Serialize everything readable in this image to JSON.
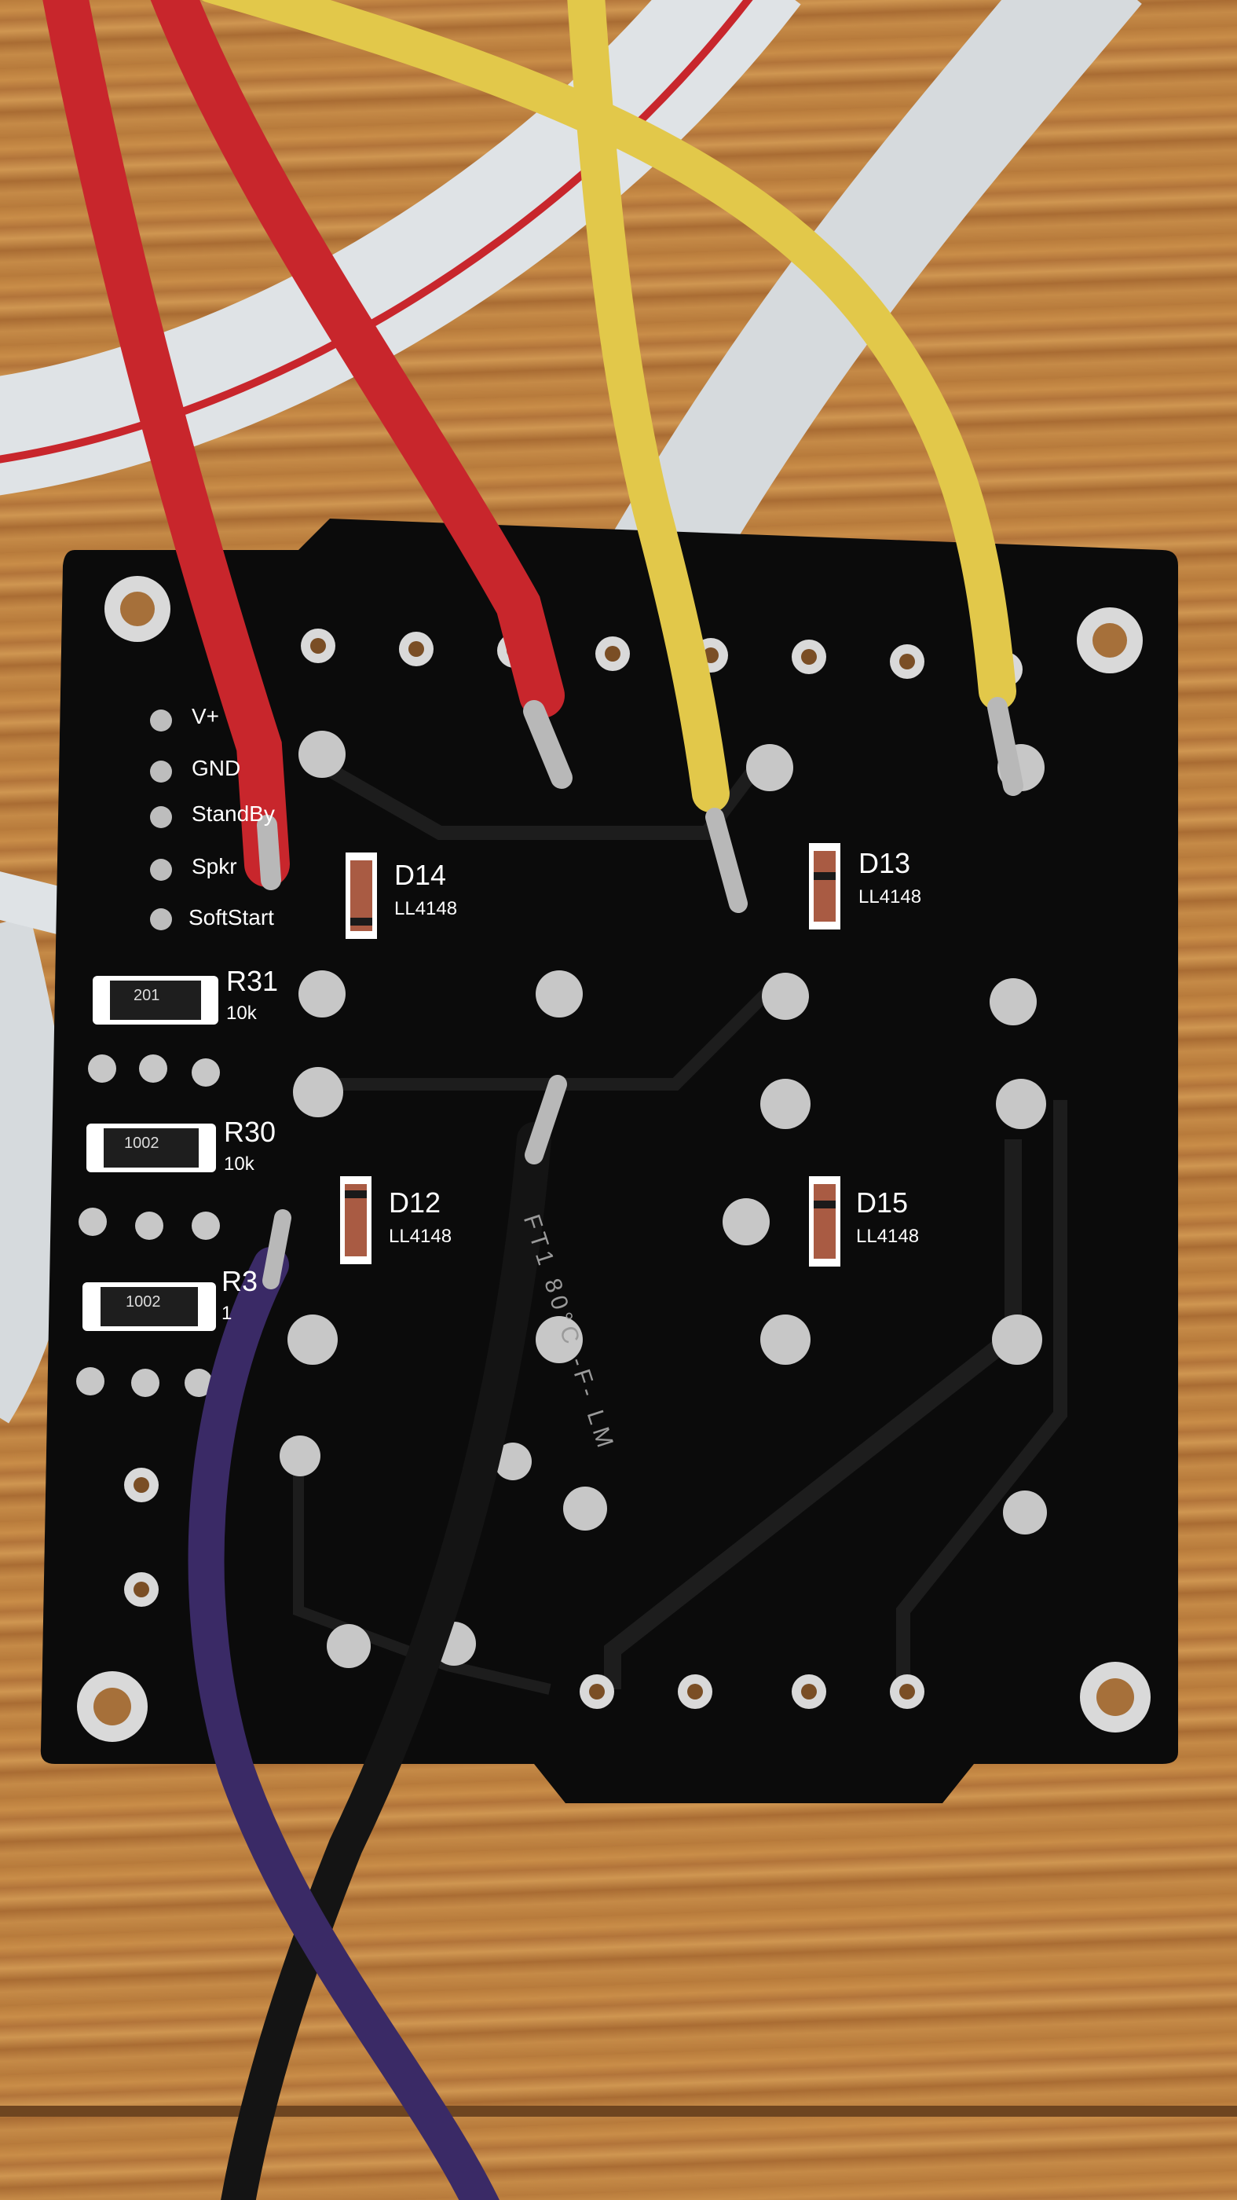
{
  "silkscreen": {
    "pins": [
      "V+",
      "GND",
      "StandBy",
      "Spkr",
      "SoftStart"
    ],
    "diodes": {
      "d14": {
        "ref": "D14",
        "value": "LL4148"
      },
      "d13": {
        "ref": "D13",
        "value": "LL4148"
      },
      "d12": {
        "ref": "D12",
        "value": "LL4148"
      },
      "d15": {
        "ref": "D15",
        "value": "LL4148"
      }
    },
    "resistors": {
      "r31": {
        "ref": "R31",
        "value": "10k",
        "marking": "201"
      },
      "r30": {
        "ref": "R30",
        "value": "10k",
        "marking": "1002"
      },
      "r3x": {
        "ref": "R3",
        "value": "1",
        "marking": "1002"
      }
    }
  },
  "wire_print": "FT1 80°C -F- LM",
  "colors": {
    "board": "#0b0b0b",
    "wire_red": "#c8262c",
    "wire_yellow": "#e2c84a",
    "wire_black": "#141414",
    "wire_purple": "#3a2a66",
    "ribbon": "#dfe3e6",
    "pad": "#d9d9d9"
  }
}
